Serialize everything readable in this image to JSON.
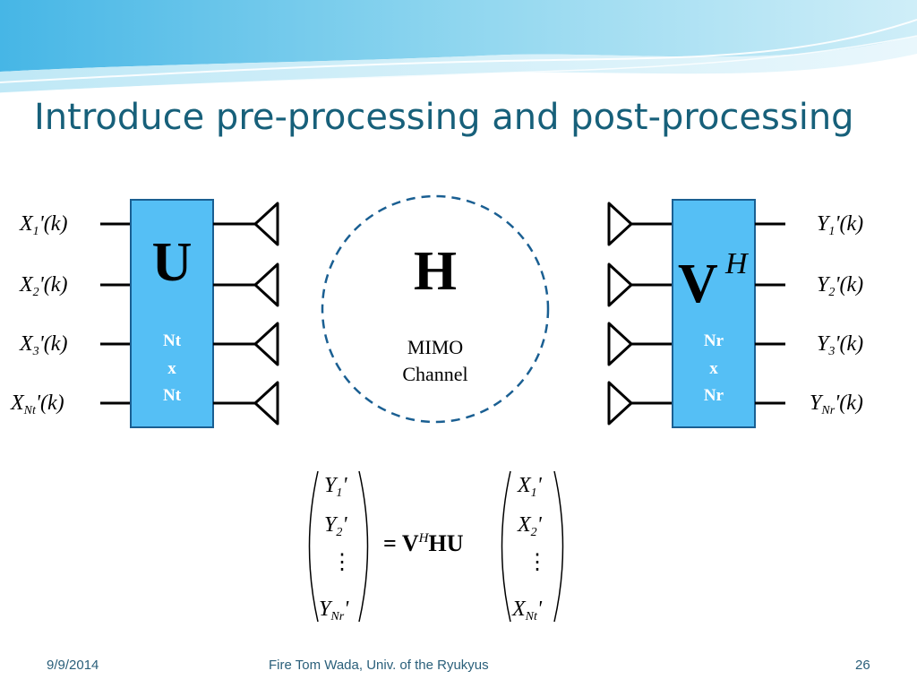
{
  "slide": {
    "title": "Introduce pre-processing and post-processing",
    "footer": {
      "date": "9/9/2014",
      "author": "Fire Tom Wada, Univ. of the Ryukyus",
      "page": "26"
    }
  },
  "diagram": {
    "tx_inputs": [
      {
        "var": "X",
        "sub": "1",
        "tail": "'(k)"
      },
      {
        "var": "X",
        "sub": "2",
        "tail": "'(k)"
      },
      {
        "var": "X",
        "sub": "3",
        "tail": "'(k)"
      },
      {
        "var": "X",
        "sub": "Nt",
        "tail": "'(k)"
      }
    ],
    "rx_outputs": [
      {
        "var": "Y",
        "sub": "1",
        "tail": "'(k)"
      },
      {
        "var": "Y",
        "sub": "2",
        "tail": "'(k)"
      },
      {
        "var": "Y",
        "sub": "3",
        "tail": "'(k)"
      },
      {
        "var": "Y",
        "sub": "Nr",
        "tail": "'(k)"
      }
    ],
    "precoder": {
      "symbol": "U",
      "size_top": "Nt",
      "size_mid": "x",
      "size_bot": "Nt"
    },
    "channel": {
      "symbol": "H",
      "line1": "MIMO",
      "line2": "Channel"
    },
    "postcoder": {
      "symbol": "V",
      "sup": "H",
      "size_top": "Nr",
      "size_mid": "x",
      "size_bot": "Nr"
    },
    "equation": {
      "lhs": [
        "Y1'",
        "Y2'",
        "⋮",
        "YNr'"
      ],
      "operator": "= V",
      "op_sup": "H",
      "op_tail": "HU",
      "rhs": [
        "X1'",
        "X2'",
        "⋮",
        "XNt'"
      ]
    },
    "colors": {
      "block_fill": "#55bff5",
      "block_border": "#1a5f92",
      "title": "#17607a",
      "channel_border": "#1a5f92"
    }
  }
}
